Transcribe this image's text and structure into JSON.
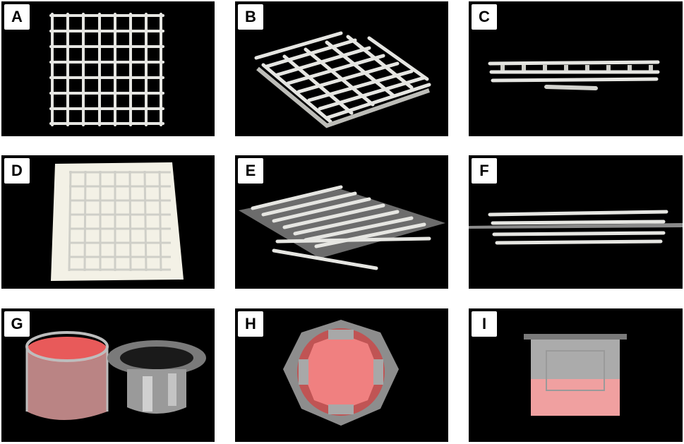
{
  "panels": [
    {
      "label": "A",
      "subject": "lattice-scaffold-top-view"
    },
    {
      "label": "B",
      "subject": "lattice-scaffold-perspective-view"
    },
    {
      "label": "C",
      "subject": "lattice-scaffold-side-view"
    },
    {
      "label": "D",
      "subject": "scaffold-with-membrane-top-view"
    },
    {
      "label": "E",
      "subject": "scaffold-with-membrane-perspective-view"
    },
    {
      "label": "F",
      "subject": "scaffold-with-membrane-side-view"
    },
    {
      "label": "G",
      "subject": "cup-and-insert-holder"
    },
    {
      "label": "H",
      "subject": "insert-in-cup-top-view"
    },
    {
      "label": "I",
      "subject": "insert-in-cup-side-view"
    }
  ],
  "colors": {
    "background": "#000000",
    "strand": "#e6e6e2",
    "membrane": "#f3f1e6",
    "sheet": "#8a8a8a",
    "liquid": "#f08a8a",
    "holder": "#9a9a9a"
  }
}
